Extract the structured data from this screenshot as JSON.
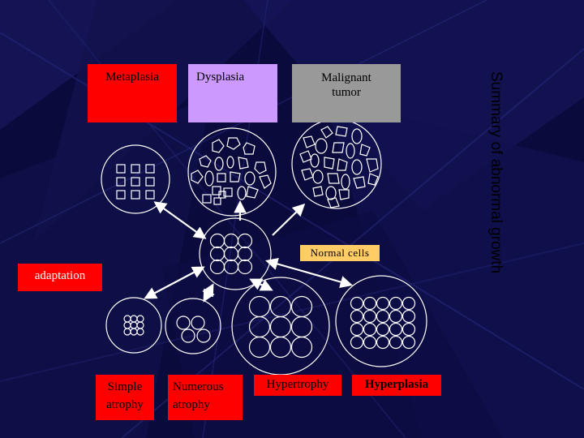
{
  "slide": {
    "title": "Summary of abnormal growth",
    "colors": {
      "background": "#0a0a3c",
      "red": "#ff0000",
      "purple": "#cc99ff",
      "gray": "#999999",
      "gold": "#ffcc66"
    }
  },
  "labels": {
    "metaplasia": "Metaplasia",
    "dysplasia": "Dysplasia",
    "malignant_line1": "Malignant",
    "malignant_line2": "tumor",
    "normal_cells": "Normal cells",
    "adaptation": "adaptation",
    "simple_line1": "Simple",
    "simple_line2": "atrophy",
    "numerous_line1": "Numerous",
    "numerous_line2": "atrophy",
    "hypertrophy": "Hypertrophy",
    "hyperplasia": "Hyperplasia"
  }
}
